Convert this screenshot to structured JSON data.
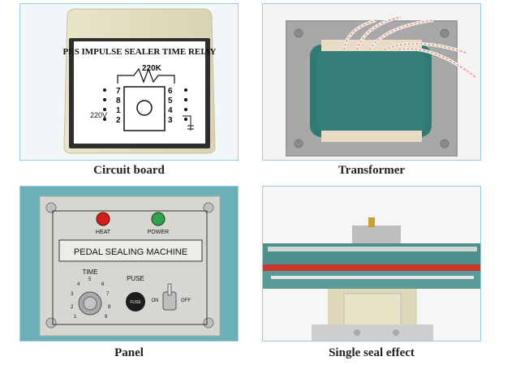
{
  "panels": [
    {
      "caption": "Circuit board",
      "device_label": "PES IMPULSE SEALER TIME REIAY",
      "resistor_label": "220K",
      "voltage_label": "220V",
      "pin_numbers": [
        "7",
        "8",
        "1",
        "2",
        "6",
        "5",
        "4",
        "3"
      ]
    },
    {
      "caption": "Transformer"
    },
    {
      "caption": "Panel",
      "heat_label": "HEAT",
      "power_label": "POWER",
      "machine_name": "PEDAL SEALING MACHINE",
      "time_label": "TIME",
      "fuse_label": "PUSE",
      "fuse_text": "FUSE",
      "on_label": "ON",
      "off_label": "OFF",
      "dial_numbers": [
        "1",
        "2",
        "3",
        "4",
        "5",
        "6",
        "7",
        "8",
        "9"
      ]
    },
    {
      "caption": "Single seal effect"
    }
  ]
}
